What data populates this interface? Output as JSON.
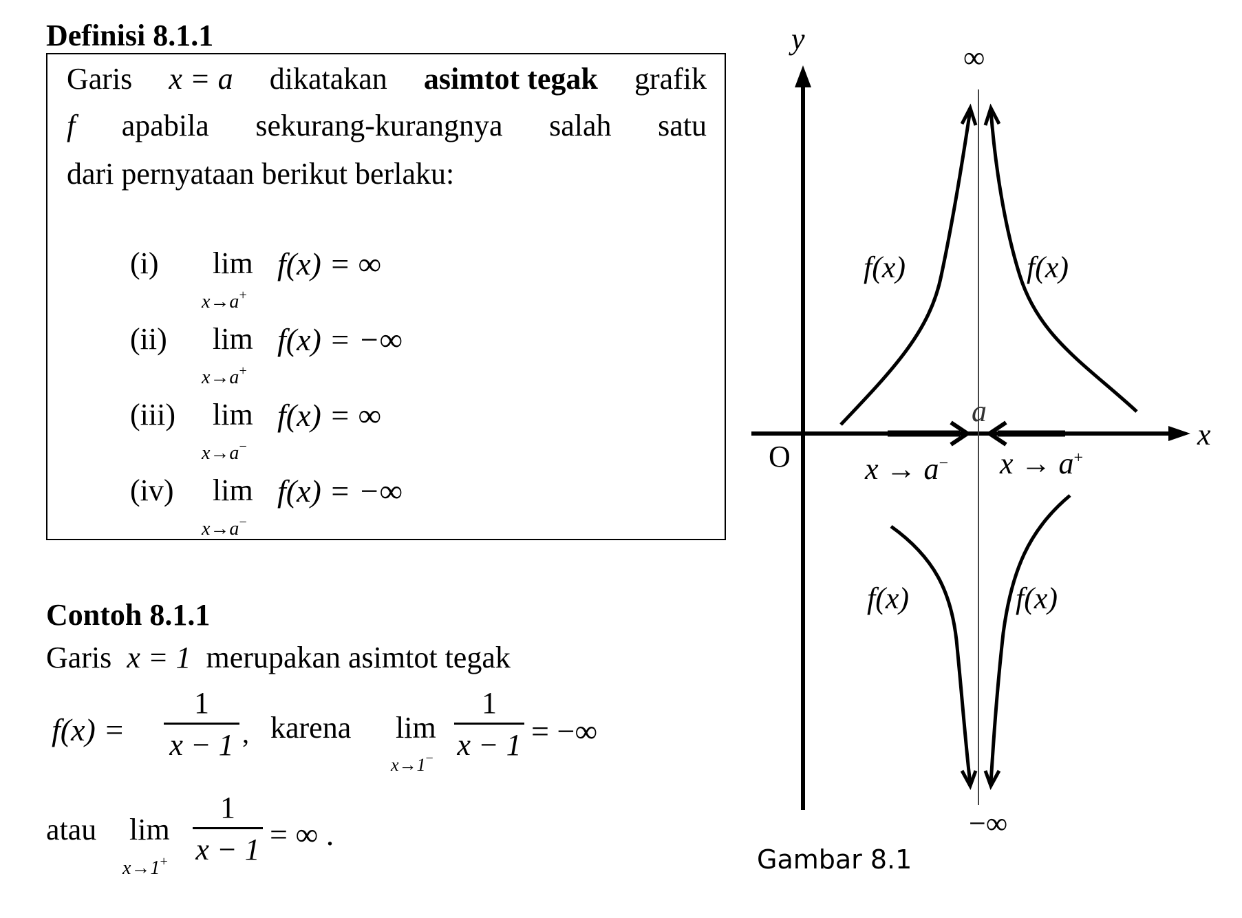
{
  "definition": {
    "heading": "Definisi 8.1.1",
    "line1_parts": [
      "Garis",
      "x = a",
      "dikatakan",
      "asimtot tegak",
      "grafik"
    ],
    "line2_parts": [
      "f",
      "apabila",
      "sekurang-kurangnya",
      "salah",
      "satu"
    ],
    "line3": "dari pernyataan berikut berlaku:",
    "items": [
      {
        "label": "(i)",
        "lim": "lim",
        "sub_var": "x→a",
        "sub_sign": "+",
        "expr": "f(x) = ∞"
      },
      {
        "label": "(ii)",
        "lim": "lim",
        "sub_var": "x→a",
        "sub_sign": "+",
        "expr": "f(x) = −∞"
      },
      {
        "label": "(iii)",
        "lim": "lim",
        "sub_var": "x→a",
        "sub_sign": "−",
        "expr": "f(x) = ∞"
      },
      {
        "label": "(iv)",
        "lim": "lim",
        "sub_var": "x→a",
        "sub_sign": "−",
        "expr": "f(x) = −∞"
      }
    ]
  },
  "example": {
    "heading": "Contoh 8.1.1",
    "line1_parts": [
      "Garis",
      "x = 1",
      "merupakan asimtot tegak"
    ],
    "fx_lhs": "f(x) =",
    "frac_num": "1",
    "frac_den": "x − 1",
    "comma": ",",
    "karena": "karena",
    "lim": "lim",
    "lim1_sub": "x→1",
    "lim1_sign": "−",
    "result1": "= −∞",
    "atau": "atau",
    "lim2_sub": "x→1",
    "lim2_sign": "+",
    "result2": "= ∞ ."
  },
  "figure": {
    "y_label": "y",
    "x_label": "x",
    "origin": "O",
    "inf_top": "∞",
    "inf_bottom": "−∞",
    "a_label": "a",
    "approach_left": "x → a",
    "approach_left_sign": "−",
    "approach_right": "x → a",
    "approach_right_sign": "+",
    "curve_label": "f(x)",
    "caption": "Gambar 8.1"
  }
}
